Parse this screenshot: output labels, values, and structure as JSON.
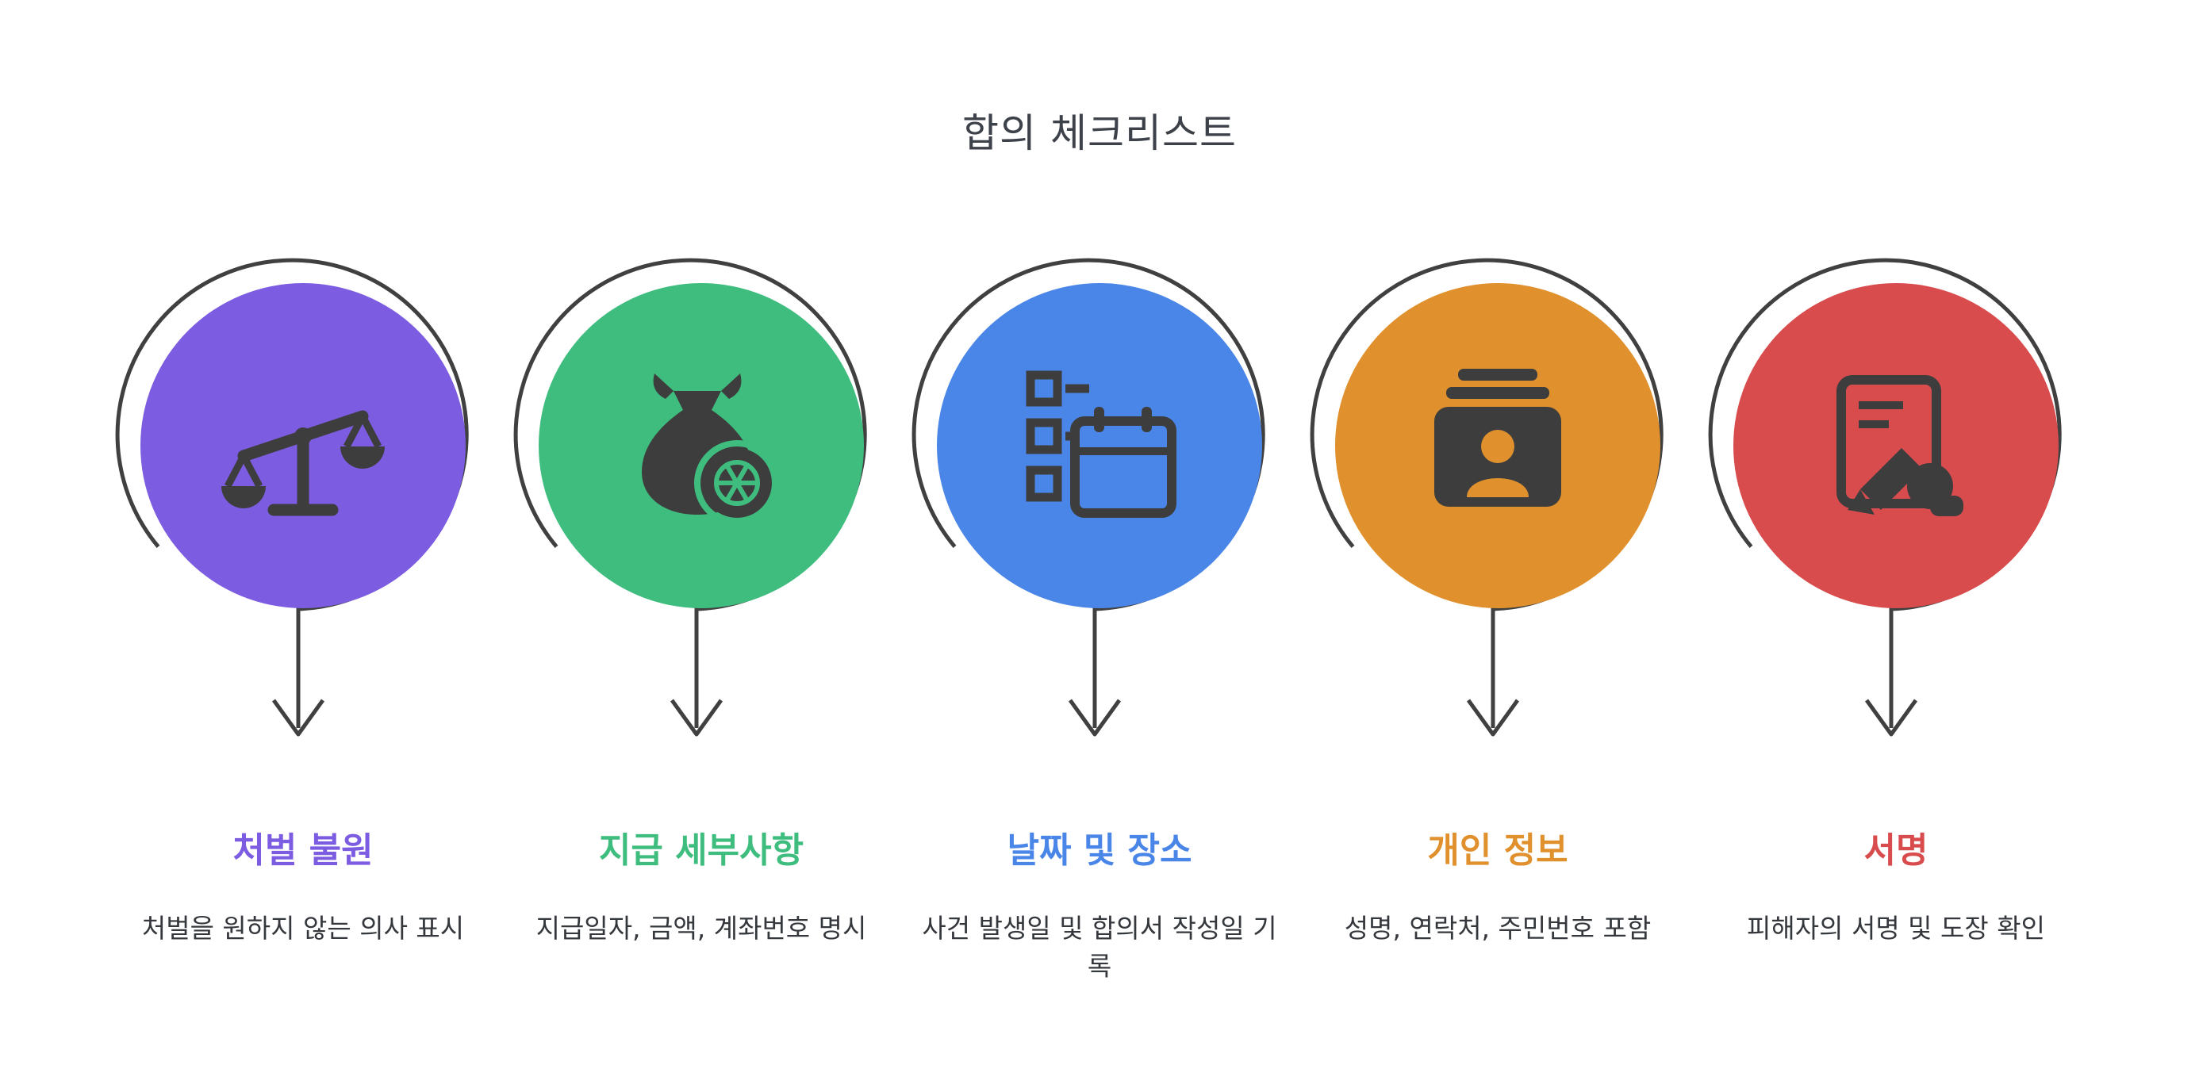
{
  "title": "합의 체크리스트",
  "colors": {
    "background": "#ffffff",
    "outline": "#404040",
    "icon": "#3d3d3d",
    "title_text": "#3d4149",
    "description_text": "#34373c"
  },
  "items": [
    {
      "title": "처벌 불원",
      "description": "처벌을 원하지 않는 의사 표시",
      "color": "#7c5ce0",
      "icon": "scales-icon"
    },
    {
      "title": "지급 세부사항",
      "description": "지급일자, 금액, 계좌번호 명시",
      "color": "#3fbd7e",
      "icon": "money-bag-icon"
    },
    {
      "title": "날짜 및 장소",
      "description": "사건 발생일 및 합의서 작성일 기록",
      "color": "#4a86e8",
      "icon": "calendar-checklist-icon"
    },
    {
      "title": "개인 정보",
      "description": "성명, 연락처, 주민번호 포함",
      "color": "#e0912d",
      "icon": "id-card-icon"
    },
    {
      "title": "서명",
      "description": "피해자의 서명 및 도장 확인",
      "color": "#d94c4e",
      "icon": "signature-icon"
    }
  ]
}
